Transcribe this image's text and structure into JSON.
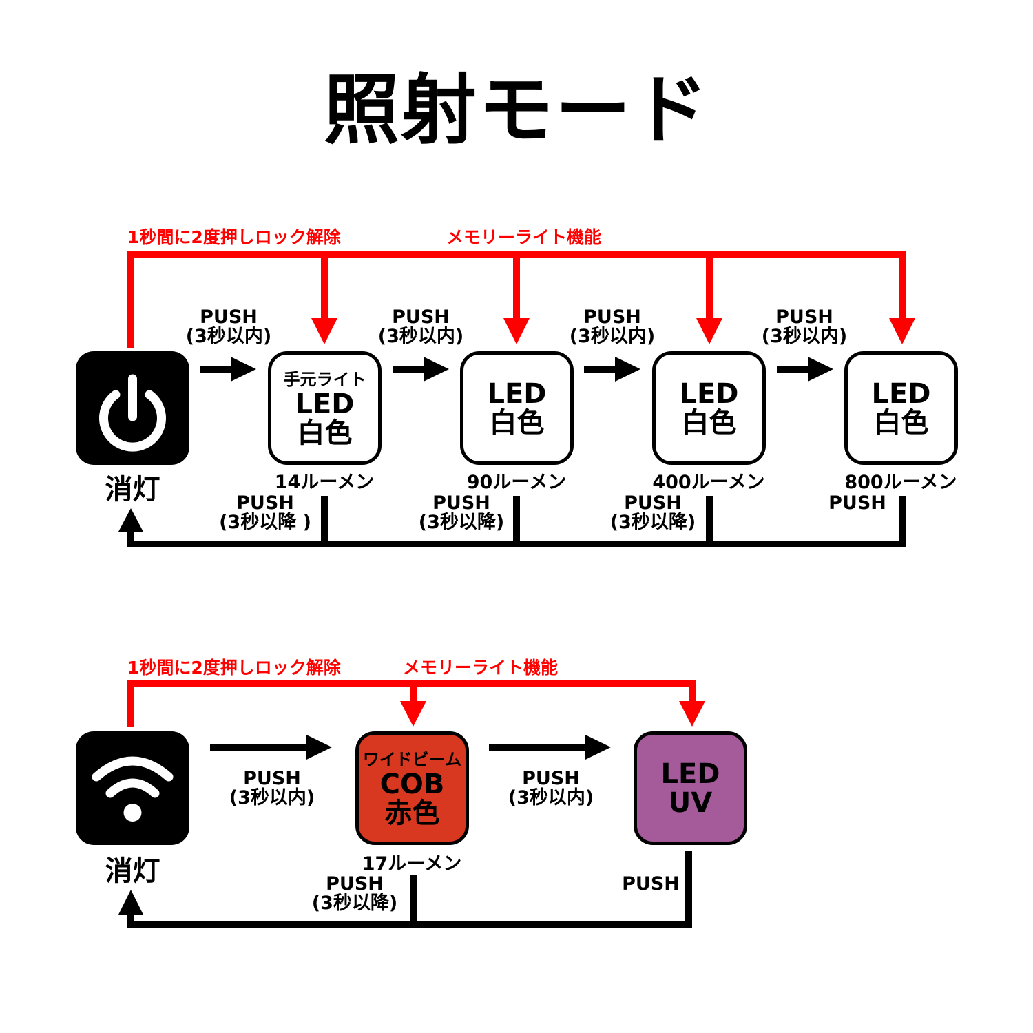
{
  "title": "照射モード",
  "colors": {
    "red": "#ff0000",
    "black": "#000000",
    "cob": "#d7381f",
    "uv": "#a55a9a"
  },
  "row1": {
    "lock_label": "1秒間に2度押しロック解除",
    "memory_label": "メモリーライト機能",
    "off_label": "消灯",
    "off_icon": "power-icon",
    "push_forward": [
      "PUSH",
      "(3秒以内)"
    ],
    "modes": [
      {
        "top": "手元ライト",
        "mid": "LED",
        "bot": "白色",
        "lumen": "14ルーメン"
      },
      {
        "top": "",
        "mid": "LED",
        "bot": "白色",
        "lumen": "90ルーメン"
      },
      {
        "top": "",
        "mid": "LED",
        "bot": "白色",
        "lumen": "400ルーメン"
      },
      {
        "top": "",
        "mid": "LED",
        "bot": "白色",
        "lumen": "800ルーメン"
      }
    ],
    "push_back": [
      {
        "line1": "PUSH",
        "line2": "(3秒以降 )"
      },
      {
        "line1": "PUSH",
        "line2": "(3秒以降)"
      },
      {
        "line1": "PUSH",
        "line2": "(3秒以降)"
      },
      {
        "line1": "PUSH",
        "line2": ""
      }
    ]
  },
  "row2": {
    "lock_label": "1秒間に2度押しロック解除",
    "memory_label": "メモリーライト機能",
    "off_label": "消灯",
    "off_icon": "wifi-icon",
    "push_forward": [
      "PUSH",
      "(3秒以内)"
    ],
    "modes": [
      {
        "top": "ワイドビーム",
        "mid": "COB",
        "bot": "赤色",
        "lumen": "17ルーメン"
      },
      {
        "top": "",
        "mid": "LED",
        "bot": "UV",
        "lumen": ""
      }
    ],
    "push_back": [
      {
        "line1": "PUSH",
        "line2": "(3秒以降)"
      },
      {
        "line1": "PUSH",
        "line2": ""
      }
    ]
  }
}
